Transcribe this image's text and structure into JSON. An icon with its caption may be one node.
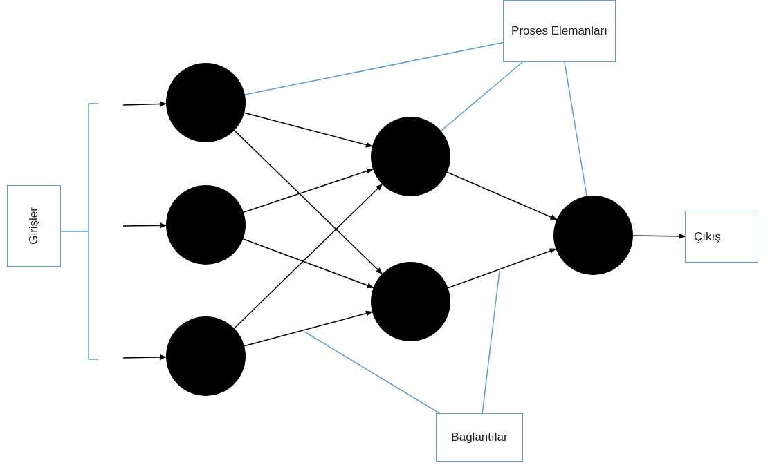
{
  "diagram": {
    "nodes": [
      {
        "text": [
          "Proses Elemanları"
        ]
      },
      {
        "text": [
          "Girişler"
        ]
      },
      {
        "text": [],
        "shape": "circle"
      },
      {
        "text": [],
        "shape": "circle"
      },
      {
        "text": [],
        "shape": "circle"
      },
      {
        "text": [],
        "shape": "circle"
      },
      {
        "text": [],
        "shape": "circle"
      },
      {
        "text": [],
        "shape": "circle"
      },
      {
        "text": [
          "Çıkış"
        ]
      },
      {
        "text": [
          "Bağlantılar"
        ]
      }
    ],
    "edges": [
      {
        "from": null,
        "to": 2,
        "arrow": "to"
      },
      {
        "from": null,
        "to": 3,
        "arrow": "to"
      },
      {
        "from": null,
        "to": 4,
        "arrow": "to"
      },
      {
        "from": 2,
        "to": 5,
        "arrow": "to"
      },
      {
        "from": 2,
        "to": 6,
        "arrow": "to"
      },
      {
        "from": 3,
        "to": 5,
        "arrow": "to"
      },
      {
        "from": 3,
        "to": 6,
        "arrow": "to"
      },
      {
        "from": 4,
        "to": 5,
        "arrow": "to"
      },
      {
        "from": 4,
        "to": 6,
        "arrow": "to"
      },
      {
        "from": 5,
        "to": 7,
        "arrow": "to"
      },
      {
        "from": 6,
        "to": 7,
        "arrow": "to"
      },
      {
        "from": 7,
        "to": 8,
        "arrow": "to"
      },
      {
        "from": 0,
        "to": 2,
        "arrow": "none",
        "color": "#5aa0cc"
      },
      {
        "from": 0,
        "to": 5,
        "arrow": "none",
        "color": "#5aa0cc"
      },
      {
        "from": 0,
        "to": 7,
        "arrow": "none",
        "color": "#5aa0cc"
      },
      {
        "from": 9,
        "to": null,
        "arrow": "none",
        "color": "#5aa0cc"
      },
      {
        "from": 9,
        "to": null,
        "arrow": "none",
        "color": "#5aa0cc"
      }
    ]
  }
}
